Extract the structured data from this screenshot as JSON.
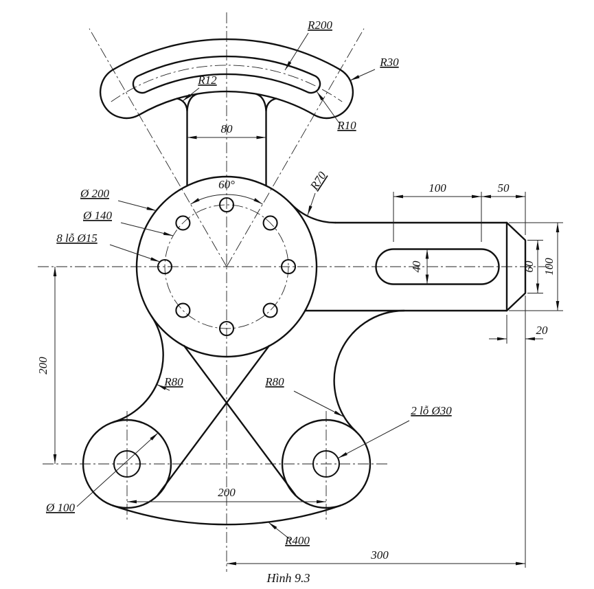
{
  "drawing": {
    "caption": "Hình 9.3",
    "colors": {
      "line": "#111111",
      "background": "#ffffff"
    },
    "labels": {
      "r200": "R200",
      "r30": "R30",
      "r12": "R12",
      "r10": "R10",
      "r70": "R70",
      "dim80": "80",
      "angle60": "60°",
      "dia200": "Ø 200",
      "dia140": "Ø 140",
      "holes8": "8 lỗ Ø15",
      "dim100_top": "100",
      "dim50": "50",
      "dim40": "40",
      "dim60_right": "60",
      "dim100_right": "100",
      "dim20": "20",
      "dim200_left": "200",
      "r80_left": "R80",
      "r80_right": "R80",
      "holes2": "2 lỗ Ø30",
      "dim200_bottom": "200",
      "dia100": "Ø 100",
      "r400": "R400",
      "dim300": "300"
    }
  }
}
